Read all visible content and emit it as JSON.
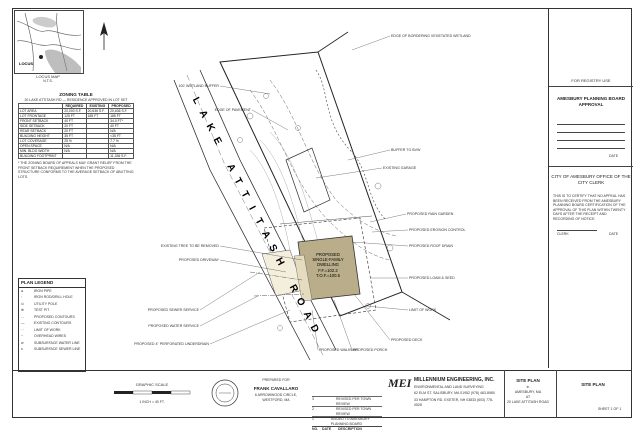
{
  "locus": {
    "label": "LOCUS",
    "locus_map_label": "LOCUS MAP",
    "scale": "N.T.S."
  },
  "zoning": {
    "title": "ZONING TABLE",
    "subtitle": "20 LAKE ATTITASH RD — RESIDENCE APPROVED IN LOT SET",
    "headers": [
      "",
      "REQUIRED",
      "EXISTING",
      "PROPOSED"
    ],
    "rows": [
      [
        "LOT AREA",
        "20,000 S.F.",
        "20,636 S.F.",
        "20,636 S.F."
      ],
      [
        "LOT FRONTAGE",
        "125 FT",
        "185 FT",
        "185 FT"
      ],
      [
        "FRONT SETBACK",
        "40 FT",
        "",
        "34.0 FT*"
      ],
      [
        "SIDE SETBACK",
        "20 FT",
        "",
        "40 FT"
      ],
      [
        "REAR SETBACK",
        "20 FT",
        "",
        "N/A"
      ],
      [
        "BUILDING HEIGHT",
        "35 FT",
        "",
        "<35 FT"
      ],
      [
        "LOT COVERAGE",
        "25 %",
        "",
        "7.7 %"
      ],
      [
        "OPEN SPACE",
        "N/A",
        "",
        "N/A"
      ],
      [
        "MIN. BLDG WIDTH",
        "N/A",
        "",
        "N/A"
      ],
      [
        "BUILDING FOOTPRINT",
        "",
        "",
        "11,336 S.F."
      ]
    ],
    "note": "* THE ZONING BOARD OF APPEALS MAY GRANT RELIEF FROM THE FRONT SETBACK REQUIREMENT WHEN THE PROPOSED STRUCTURE CONFORMS TO THE AVERAGE SETBACK OF ABUTTING LOTS."
  },
  "legend": {
    "title": "PLAN LEGEND",
    "items": [
      "IRON PIPE",
      "IRON ROD/DRILL HOLE",
      "UTILITY POLE",
      "TEST PIT",
      "PROPOSED CONTOURS",
      "EXISTING CONTOURS",
      "LIMIT OF WORK",
      "OVERHEAD WIRES",
      "SUBSURFACE WATER LINE",
      "SUBSURFACE SEWER LINE"
    ]
  },
  "road": {
    "name": "LAKE ATTITASH ROAD",
    "letters": [
      "L",
      "A",
      "K",
      "E",
      " ",
      "A",
      "T",
      "T",
      "I",
      "T",
      "A",
      "S",
      "H",
      " ",
      "R",
      "O",
      "A",
      "D"
    ]
  },
  "building": {
    "label_lines": [
      "PROPOSED",
      "SINGLE-FAMILY",
      "DWELLING",
      "F.F.=102.2",
      "T.O.F.=100.5"
    ]
  },
  "callouts": [
    "EDGE OF BORDERING VEGETATED WETLAND",
    "EDGE OF PAVEMENT",
    "PROPOSED RAIN GARDEN",
    "PROPOSED EROSION CONTROL",
    "PROPOSED ROOF DRAIN",
    "PROPOSED DRIVEWAY",
    "EXISTING TREE TO BE REMOVED",
    "PROPOSED SEWER SERVICE",
    "PROPOSED WATER SERVICE",
    "PROPOSED 4\" PERFORATED UNDERDRAIN",
    "LIMIT OF WORK",
    "EXISTING GARAGE",
    "BUFFER TO BVW",
    "PROPOSED LOAM & SEED",
    "PROPOSED WALKWAY",
    "PROPOSED PORCH",
    "PROPOSED DECK",
    "100' WETLAND BUFFER"
  ],
  "right_panel": {
    "registry": "FOR REGISTRY USE",
    "planning_board": "AMESBURY PLANNING BOARD APPROVAL",
    "clerk_title": "CITY OF AMESBURY OFFICE OF THE CITY CLERK",
    "clerk_text": "THIS IS TO CERTIFY THAT NO APPEAL HAS BEEN RECEIVED FROM THE AMESBURY PLANNING BOARD CERTIFICATION OF THE APPROVAL OF THIS PLAN WITHIN TWENTY DAYS AFTER THE RECEIPT AND RECORDING OF NOTICE.",
    "date_label": "DATE",
    "clerk_label": "CLERK"
  },
  "footer": {
    "graphic_scale": "GRAPHIC SCALE",
    "scale_text": "1 INCH = 40 FT.",
    "prepared_for": "PREPARED FOR",
    "owner": "FRANK CAVALLARO",
    "owner_addr": "6 ARROWWOOD CIRCLE, WESTFORD, MA",
    "company": "MILLENNIUM ENGINEERING, INC.",
    "company_sub": "ENVIRONMENTAL AND LAND SURVEYING",
    "company_addr": "62 ELM ST. SALISBURY, MA 01952  (978) 463-8980",
    "company_addr2": "33 HAMPTON RD. EXETER, NH 03833  (603) 778-0528",
    "mei": "MEI",
    "plan_title": "SITE PLAN",
    "plan_in": "in",
    "plan_town": "AMESBURY, MA",
    "plan_at": "AT",
    "plan_site": "20 LAKE ATTITASH ROAD",
    "block_label": "SITE PLAN",
    "sheet": "SHEET 1 OF 1",
    "revisions": [
      "REVISED PER TOWN REVIEW",
      "REVISED PER TOWN REVIEW",
      "ISSUED TO AMESBURY PLANNING BOARD"
    ],
    "rev_head": [
      "NO.",
      "DATE",
      "DESCRIPTION"
    ]
  }
}
